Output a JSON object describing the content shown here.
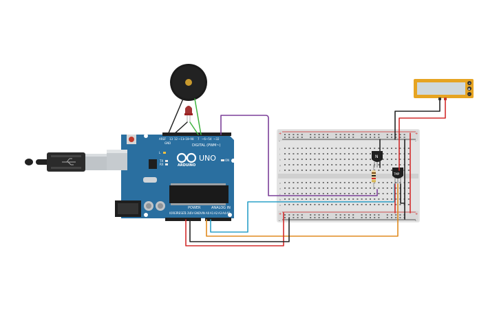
{
  "arduino": {
    "brand": "ARDUINO",
    "model": "UNO",
    "digital_label": "DIGITAL (PWM~)",
    "power_label": "POWER",
    "analog_label": "ANALOG IN",
    "on_label": "ON",
    "l_label": "L",
    "tx_label": "TX",
    "rx_label": "RX",
    "aref_label": "AREF",
    "gnd_label": "GND",
    "ioref_label": "IOREF",
    "reset_label": "RESET",
    "v33_label": "3.3V",
    "v5_label": "5V",
    "vin_label": "VIN",
    "digital_pins": [
      "13",
      "12",
      "~11",
      "~10",
      "~9",
      "8",
      "7",
      "~6",
      "~5",
      "4",
      "~3",
      "2",
      "TX 1",
      "RX 0"
    ],
    "analog_pins": [
      "A0",
      "A1",
      "A2",
      "A3",
      "A4",
      "A5"
    ]
  },
  "sensors": {
    "transistor_label": "N",
    "temp_label": "TMP"
  },
  "breadboard": {
    "plus": "+",
    "minus": "-",
    "row_letters_top": [
      "j",
      "i",
      "h",
      "g",
      "f"
    ],
    "row_letters_bottom": [
      "e",
      "d",
      "c",
      "b",
      "a"
    ]
  },
  "lcd": {
    "btn_top": "+",
    "btn_mid": "●",
    "btn_bot": "-"
  },
  "colors": {
    "board": "#2a6fa0",
    "wire_purple": "#7b3f98",
    "wire_green": "#3db23d",
    "wire_black": "#222222",
    "wire_red": "#d22a2a",
    "wire_blue": "#2aa0c8",
    "wire_orange": "#e08a1e",
    "lcd_frame": "#e6a422",
    "lcd_screen": "#cfd8dc"
  }
}
